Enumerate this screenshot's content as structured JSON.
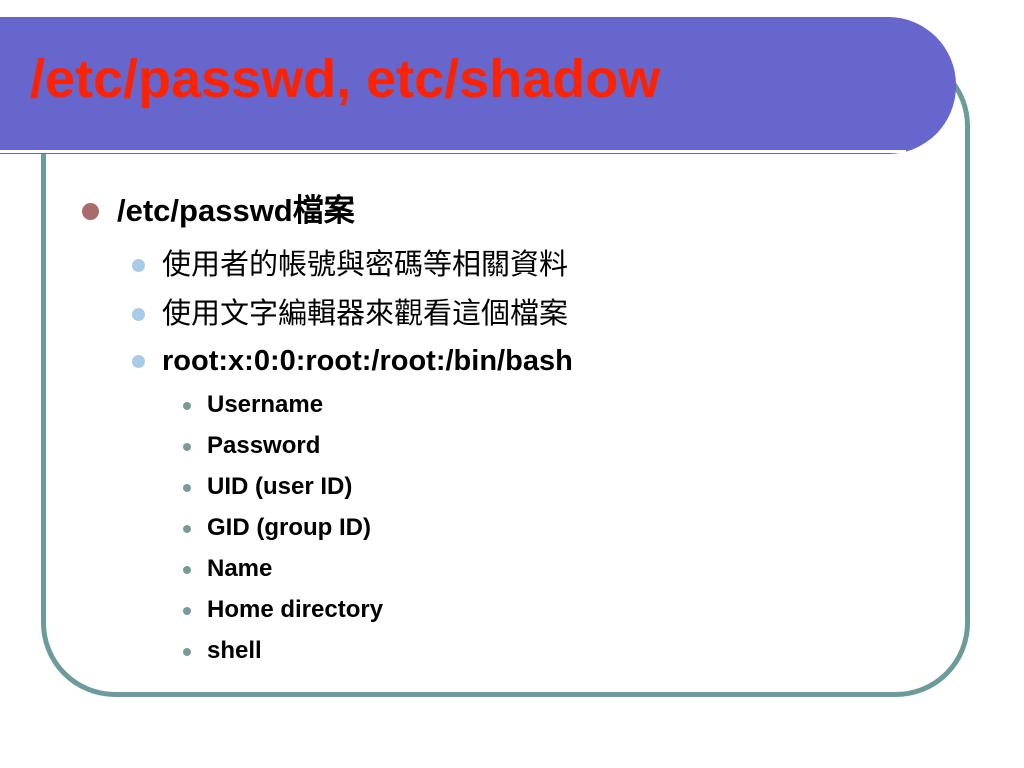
{
  "slide": {
    "title": "/etc/passwd, etc/shadow",
    "bullets": {
      "main": "/etc/passwd檔案",
      "sub": [
        "使用者的帳號與密碼等相關資料",
        "使用文字編輯器來觀看這個檔案",
        "root:x:0:0:root:/root:/bin/bash"
      ],
      "fields": [
        "Username",
        "Password",
        "UID (user ID)",
        "GID (group ID)",
        "Name",
        "Home directory",
        "shell"
      ]
    }
  },
  "colors": {
    "title_banner": "#6666cc",
    "title_text": "#ff2200",
    "frame_border": "#6c9b9b",
    "bullet_level1": "#a96b6b",
    "bullet_level2": "#a8cce8",
    "bullet_level3": "#7a9a9a"
  }
}
